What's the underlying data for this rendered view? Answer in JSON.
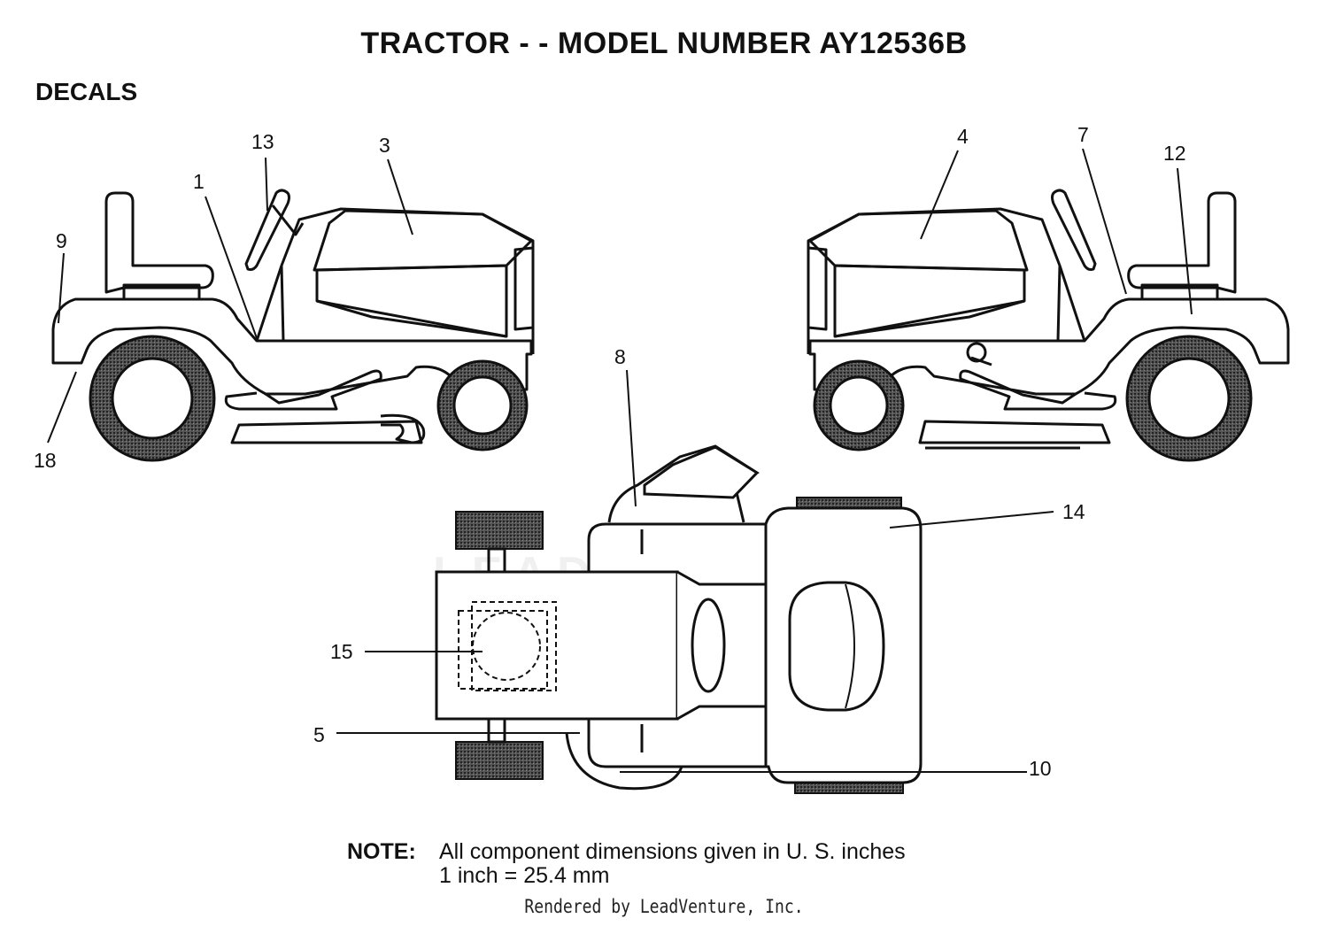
{
  "title": "TRACTOR - - MODEL NUMBER AY12536B",
  "section": "DECALS",
  "callouts": {
    "c1": "1",
    "c3": "3",
    "c4": "4",
    "c5": "5",
    "c7": "7",
    "c8": "8",
    "c9": "9",
    "c10": "10",
    "c12": "12",
    "c13": "13",
    "c14": "14",
    "c15": "15",
    "c18": "18"
  },
  "note": {
    "label": "NOTE:",
    "line1": "All component dimensions given in U. S. inches",
    "line2": "1 inch = 25.4 mm"
  },
  "footer": "Rendered by LeadVenture, Inc.",
  "watermark": "LEADVENTURE"
}
